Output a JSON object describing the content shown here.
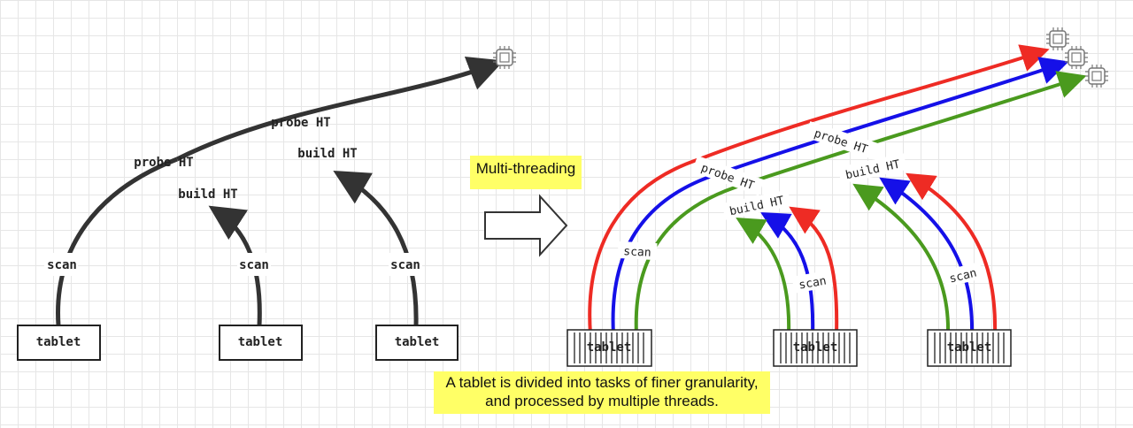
{
  "left_tree": {
    "probe_top": "probe HT",
    "probe_left": "probe HT",
    "build_right": "build HT",
    "build_left": "build HT",
    "scan_1": "scan",
    "scan_2": "scan",
    "scan_3": "scan",
    "tablet_1": "tablet",
    "tablet_2": "tablet",
    "tablet_3": "tablet"
  },
  "transition": {
    "label": "Multi-threading"
  },
  "right_tree": {
    "probe_top": "probe HT",
    "probe_left": "probe HT",
    "build_left": "build HT",
    "build_right": "build HT",
    "scan_1": "scan",
    "scan_2": "scan",
    "scan_3": "scan",
    "tablet_1": "tablet",
    "tablet_2": "tablet",
    "tablet_3": "tablet"
  },
  "note": "A tablet is divided into tasks of finer granularity, and processed by multiple threads.",
  "colors": {
    "single_thread": "#333333",
    "thread_1": "#ee2b24",
    "thread_2": "#1510e8",
    "thread_3": "#4a9a1e",
    "highlight": "#ffff66"
  }
}
